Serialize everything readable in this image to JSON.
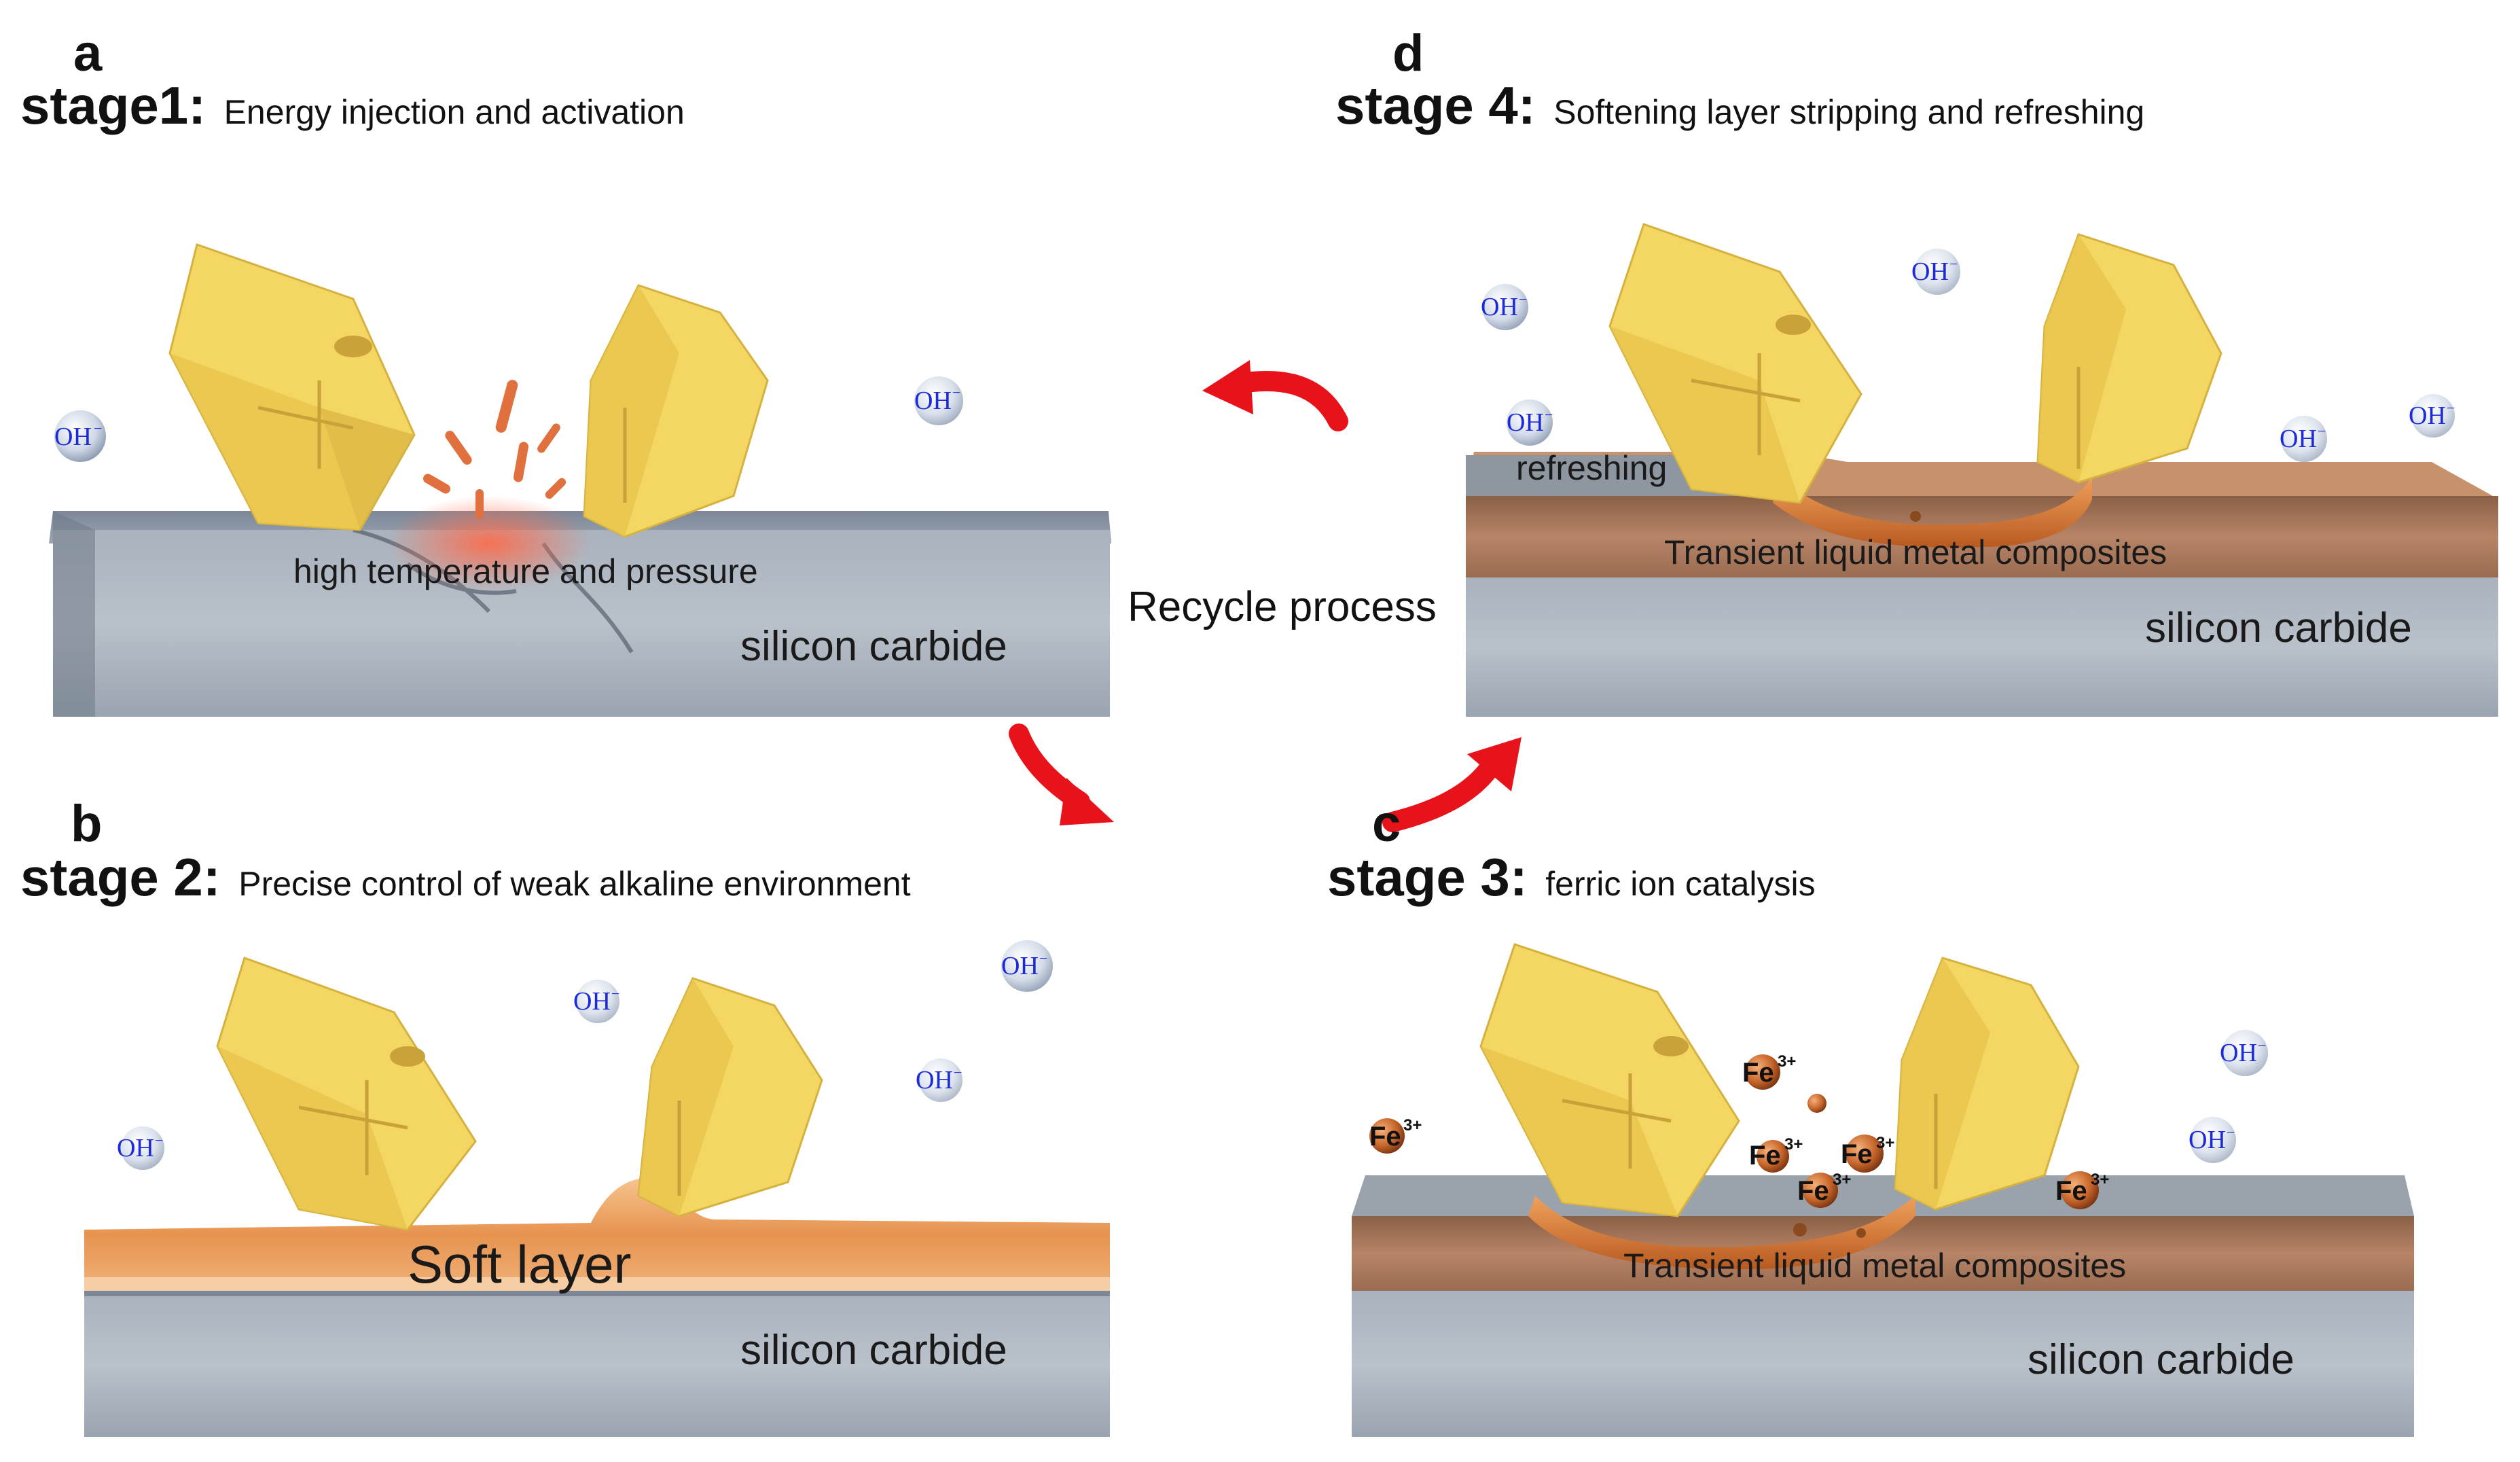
{
  "panels": {
    "a": {
      "letter": "a",
      "stage_prefix": "stage1:",
      "description": "Energy injection and activation",
      "middle_label": "high temperature and pressure",
      "substrate_label": "silicon carbide",
      "ions": [
        "OH",
        "OH"
      ]
    },
    "b": {
      "letter": "b",
      "stage_prefix": "stage 2:",
      "description": "Precise control of weak alkaline environment",
      "layer_label": "Soft layer",
      "substrate_label": "silicon carbide",
      "ions": [
        "OH",
        "OH",
        "OH",
        "OH"
      ]
    },
    "c": {
      "letter": "c",
      "stage_prefix": "stage 3:",
      "description": "ferric ion catalysis",
      "layer_label": "Transient liquid metal composites",
      "substrate_label": "silicon carbide",
      "ions": [
        "OH",
        "OH"
      ],
      "fe_ions": [
        "Fe",
        "Fe",
        "Fe",
        "Fe",
        "Fe",
        "Fe"
      ],
      "fe_charge": "3+"
    },
    "d": {
      "letter": "d",
      "stage_prefix": "stage 4:",
      "description": "Softening layer stripping and refreshing",
      "layer_label": "Transient liquid metal composites",
      "refresh_label": "refreshing",
      "substrate_label": "silicon carbide",
      "ions": [
        "OH",
        "OH",
        "OH",
        "OH",
        "OH"
      ]
    }
  },
  "center_label": "Recycle process",
  "ion_charge": "−",
  "colors": {
    "abrasive": "#f2d35a",
    "abrasive_shade": "#c9a634",
    "sic": "#8e9aa8",
    "soft_layer": "#e59a5a",
    "composite": "#b8856a",
    "liquid_metal": "#d8783a",
    "arrow": "#e8131a",
    "oh_text": "#1c2bd6"
  }
}
